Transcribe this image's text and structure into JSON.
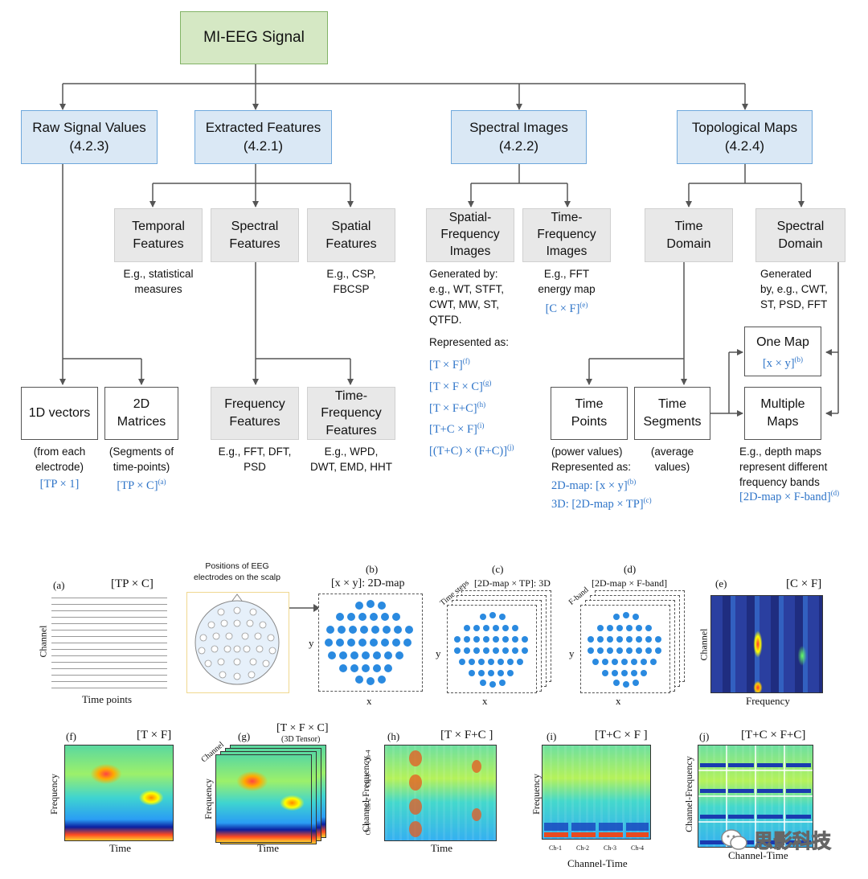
{
  "tree": {
    "root": "MI-EEG Signal",
    "categories": {
      "raw": "Raw Signal Values\n(4.2.3)",
      "extracted": "Extracted Features\n(4.2.1)",
      "spectral_images": "Spectral Images\n(4.2.2)",
      "topo": "Topological Maps\n(4.2.4)"
    },
    "nodes": {
      "temporal": "Temporal\nFeatures",
      "spectral_feat": "Spectral\nFeatures",
      "spatial": "Spatial\nFeatures",
      "sf_images": "Spatial-\nFrequency\nImages",
      "tf_images": "Time-\nFrequency\nImages",
      "time_domain": "Time\nDomain",
      "spectral_domain": "Spectral\nDomain",
      "vec1d": "1D vectors",
      "mat2d": "2D\nMatrices",
      "freq_feat": "Frequency\nFeatures",
      "tf_feat": "Time-\nFrequency\nFeatures",
      "one_map": "One Map",
      "time_points": "Time\nPoints",
      "time_segments": "Time\nSegments",
      "multiple_maps": "Multiple\nMaps"
    },
    "notes": {
      "temporal": "E.g., statistical\nmeasures",
      "spatial": "E.g., CSP,\nFBCSP",
      "sf_generated": "Generated by:\ne.g.,  WT, STFT,\nCWT, MW, ST,\nQTFD.",
      "sf_represented": "Represented as:",
      "tf": "E.g.,  FFT\nenergy map",
      "spectral_domain": "Generated\nby, e.g., CWT,\nST, PSD, FFT",
      "vec1d": "(from each\nelectrode)",
      "mat2d": "(Segments of\ntime-points)",
      "freq": "E.g., FFT, DFT,\nPSD",
      "tf_feat": "E.g., WPD,\nDWT, EMD, HHT",
      "time_points": "(power values)\nRepresented as:",
      "time_segments": "(average\nvalues)",
      "multiple_maps": "E.g., depth maps\nrepresent different\nfrequency bands"
    },
    "forms": {
      "vec1d": "[TP × 1]",
      "mat2d": "[TP × C]",
      "mat2d_sup": "(a)",
      "tf": "[C × F]",
      "tf_sup": "(e)",
      "sf": [
        {
          "t": "[T × F]",
          "s": "(f)"
        },
        {
          "t": "[T × F × C]",
          "s": "(g)"
        },
        {
          "t": "[T × F+C]",
          "s": "(h)"
        },
        {
          "t": "[T+C × F]",
          "s": "(i)"
        },
        {
          "t": "[(T+C) × (F+C)]",
          "s": "(j)"
        }
      ],
      "one_map": "[x × y]",
      "one_map_sup": "(b)",
      "tp_2d": "2D-map: [x × y]",
      "tp_2d_sup": "(b)",
      "tp_3d": "3D: [2D-map × TP]",
      "tp_3d_sup": "(c)",
      "mm": "[2D-map × F-band]",
      "mm_sup": "(d)"
    }
  },
  "figures": {
    "a": {
      "letter": "(a)",
      "title": "[TP × C]",
      "ylabel": "Channel",
      "xlabel": "Time points"
    },
    "electrodes": {
      "caption": "Positions of EEG\nelectrodes on the scalp"
    },
    "b": {
      "letter": "(b)",
      "title": "[x × y]: 2D-map",
      "xlabel": "x",
      "ylabel": "y"
    },
    "c": {
      "letter": "(c)",
      "title": "[2D-map × TP]: 3D",
      "depth": "Time steps",
      "xlabel": "x",
      "ylabel": "y"
    },
    "d": {
      "letter": "(d)",
      "title": "[2D-map × F-band]",
      "depth": "F-band",
      "xlabel": "x",
      "ylabel": "y"
    },
    "e": {
      "letter": "(e)",
      "title": "[C × F]",
      "ylabel": "Channel",
      "xlabel": "Frequency"
    },
    "f": {
      "letter": "(f)",
      "title": "[T × F]",
      "ylabel": "Frequency",
      "xlabel": "Time"
    },
    "g": {
      "letter": "(g)",
      "title": "[T × F × C]",
      "subtitle": "(3D Tensor)",
      "depth": "Channel",
      "ylabel": "Frequency",
      "xlabel": "Time"
    },
    "h": {
      "letter": "(h)",
      "title": "[T × F+C ]",
      "ylabel": "Channel-Frequency",
      "xlabel": "Time",
      "ch": [
        "Ch-4",
        "Ch-3",
        "Ch-2",
        "Ch-1"
      ]
    },
    "i": {
      "letter": "(i)",
      "title": "[T+C × F ]",
      "ylabel": "Frequency",
      "xlabel": "Channel-Time",
      "ch": [
        "Ch-1",
        "Ch-2",
        "Ch-3",
        "Ch-4"
      ]
    },
    "j": {
      "letter": "(j)",
      "title": "[T+C × F+C]",
      "ylabel": "Channel-Frequency",
      "xlabel": "Channel-Time"
    }
  },
  "watermark": "思影科技"
}
